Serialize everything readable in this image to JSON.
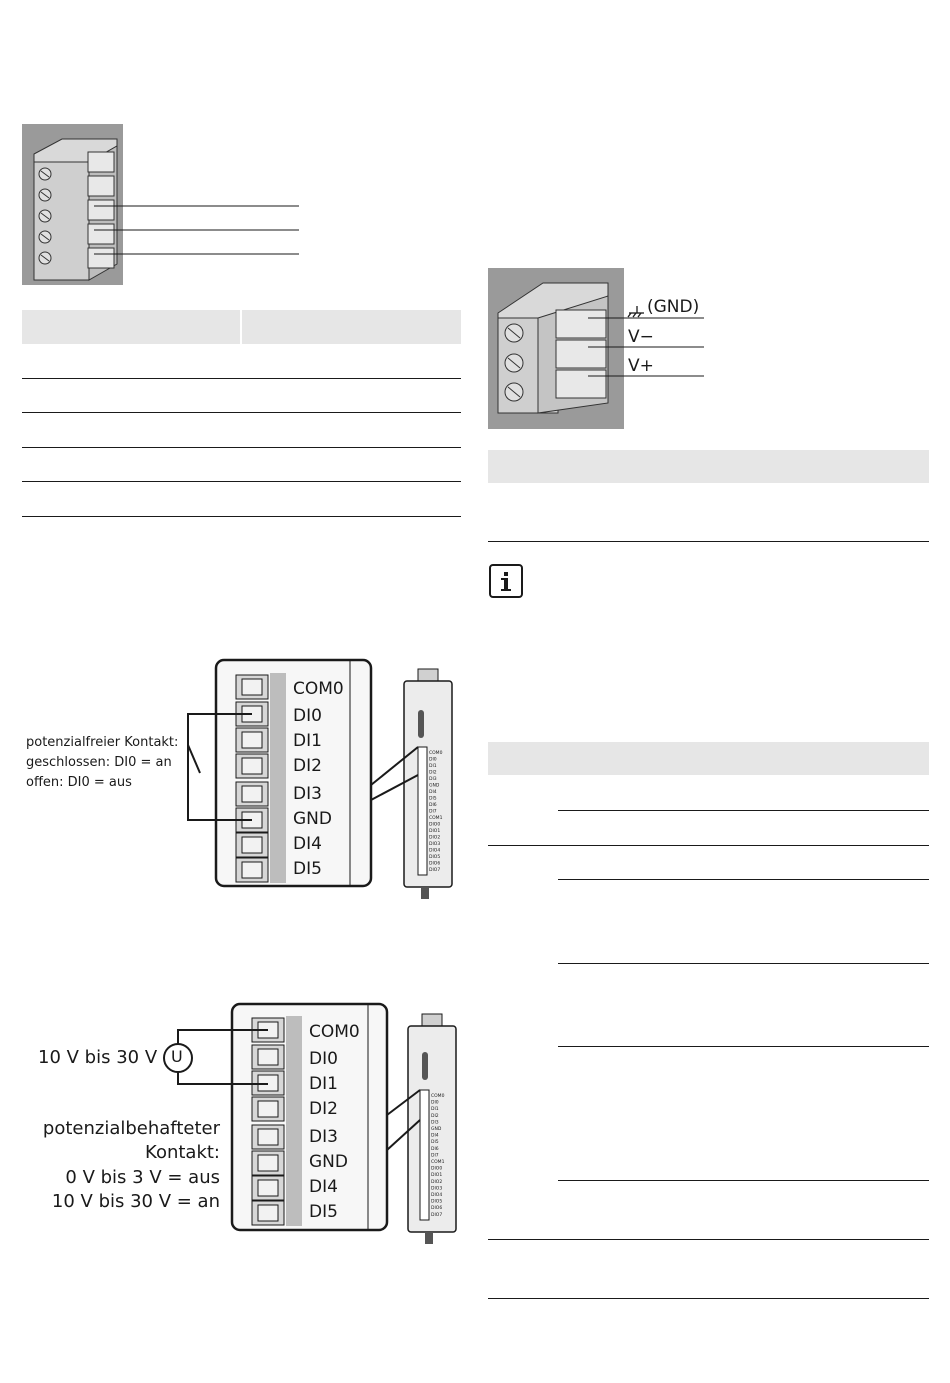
{
  "power_connector": {
    "gnd_label": "(GND)",
    "vminus_label": "V−",
    "vplus_label": "V+"
  },
  "di_labels": [
    "COM0",
    "DI0",
    "DI1",
    "DI2",
    "DI3",
    "GND",
    "DI4",
    "DI5"
  ],
  "module_labels": [
    "COM0",
    "DI0",
    "DI1",
    "DI2",
    "DI3",
    "GND",
    "DI4",
    "DI5",
    "DI6",
    "DI7",
    "COM1",
    "DIO0",
    "DIO1",
    "DIO2",
    "DIO3",
    "DIO4",
    "DIO5",
    "DIO6",
    "DIO7"
  ],
  "figure1": {
    "caption_line1": "potenzialfreier Kontakt:",
    "caption_line2": "geschlossen: DI0 = an",
    "caption_line3": "offen: DI0 = aus"
  },
  "figure2": {
    "voltage_label": "10 V bis 30 V",
    "source_symbol": "U",
    "caption_line1": "potenzialbehafteter",
    "caption_line2": "Kontakt:",
    "caption_line3": "0 V bis 3 V = aus",
    "caption_line4": "10 V bis 30 V = an"
  },
  "info_icon": "info-icon"
}
